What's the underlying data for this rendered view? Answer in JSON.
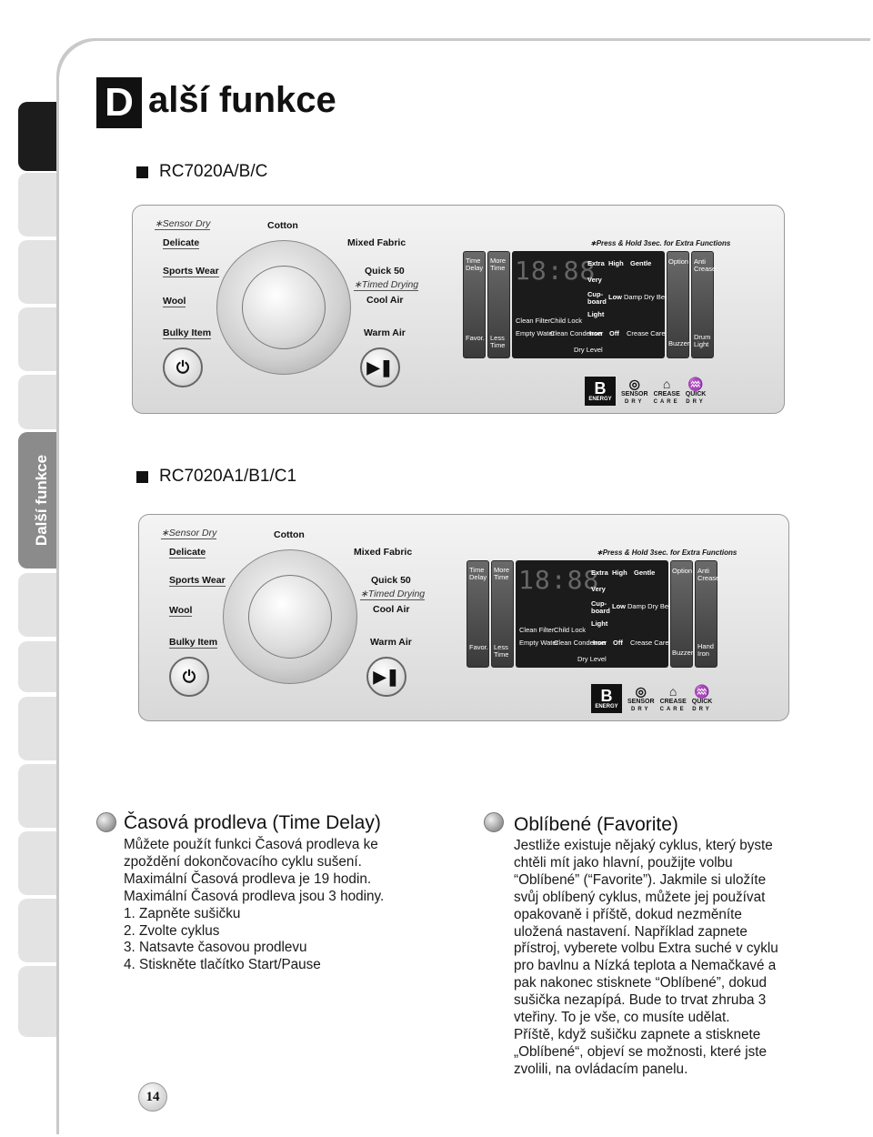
{
  "sidebar": {
    "section_label": "Další funkce"
  },
  "header": {
    "title_initial": "D",
    "title_rest": "alší funkce"
  },
  "models": {
    "first": "RC7020A/B/C",
    "second": "RC7020A1/B1/C1"
  },
  "panel_a": {
    "sensor_dry": "∗Sensor Dry",
    "cotton": "Cotton",
    "delicate": "Delicate",
    "mixed_fabric": "Mixed Fabric",
    "sports_wear": "Sports Wear",
    "quick_50": "Quick 50",
    "timed_drying": "∗Timed Drying",
    "wool": "Wool",
    "cool_air": "Cool Air",
    "bulky_item": "Bulky Item",
    "warm_air": "Warm Air",
    "press_hold": "∗Press & Hold 3sec. for Extra Functions",
    "time_delay": "Time Delay",
    "more_time": "More Time",
    "favor": "Favor.",
    "less_time": "Less Time",
    "digits": "18:88",
    "extra": "Extra",
    "high": "High",
    "gentle": "Gentle",
    "very": "Very",
    "cupboard": "Cup-board",
    "low": "Low",
    "damp_dry_beep": "Damp Dry Beep",
    "clean_filter": "Clean Filter",
    "child_lock": "Child Lock",
    "light": "Light",
    "empty_water": "Empty Water",
    "clean_condenser": "Clean Condenser",
    "iron": "Iron",
    "off": "Off",
    "crease_care": "Crease Care",
    "dry_level": "Dry Level",
    "option": "Option",
    "anti_crease": "Anti Crease",
    "buzzer": "Buzzer",
    "right_bottom": "Drum Light",
    "energy_b": "B",
    "energy": "ENERGY",
    "sensor": "SENSOR",
    "sensor_sub": "DRY",
    "crease": "CREASE",
    "crease_sub": "CARE",
    "quick": "QUICK",
    "quick_sub": "DRY"
  },
  "panel_b": {
    "sensor_dry": "∗Sensor Dry",
    "cotton": "Cotton",
    "delicate": "Delicate",
    "mixed_fabric": "Mixed Fabric",
    "sports_wear": "Sports Wear",
    "quick_50": "Quick 50",
    "timed_drying": "∗Timed Drying",
    "wool": "Wool",
    "cool_air": "Cool Air",
    "bulky_item": "Bulky Item",
    "warm_air": "Warm Air",
    "press_hold": "∗Press & Hold 3sec. for Extra Functions",
    "time_delay": "Time Delay",
    "more_time": "More Time",
    "favor": "Favor.",
    "less_time": "Less Time",
    "digits": "18:88",
    "extra": "Extra",
    "high": "High",
    "gentle": "Gentle",
    "very": "Very",
    "cupboard": "Cup-board",
    "low": "Low",
    "damp_dry_beep": "Damp Dry Beep",
    "clean_filter": "Clean Filter",
    "child_lock": "Child Lock",
    "light": "Light",
    "empty_water": "Empty Water",
    "clean_condenser": "Clean Condenser",
    "iron": "Iron",
    "off": "Off",
    "crease_care": "Crease Care",
    "dry_level": "Dry Level",
    "option": "Option",
    "anti_crease": "Anti Crease",
    "buzzer": "Buzzer",
    "right_bottom": "Hand Iron",
    "energy_b": "B",
    "energy": "ENERGY",
    "sensor": "SENSOR",
    "sensor_sub": "DRY",
    "crease": "CREASE",
    "crease_sub": "CARE",
    "quick": "QUICK",
    "quick_sub": "DRY"
  },
  "time_delay": {
    "heading": "Časová prodleva (Time Delay)",
    "lines": [
      "Můžete použít funkci Časová prodleva ke",
      "zpoždění dokončovacího cyklu sušení.",
      "Maximální Časová prodleva je 19 hodin.",
      "Maximální Časová prodleva jsou 3 hodiny.",
      "1. Zapněte sušičku",
      "2. Zvolte cyklus",
      "3. Natsavte časovou prodlevu",
      "4. Stiskněte tlačítko Start/Pause"
    ]
  },
  "favorite": {
    "heading": "Oblíbené (Favorite)",
    "lines": [
      "Jestliže existuje nějaký cyklus, který byste",
      "chtěli mít jako hlavní, použijte volbu",
      "“Oblíbené” (“Favorite”). Jakmile si uložíte",
      "svůj oblíbený cyklus, můžete jej používat",
      "opakovaně i příště, dokud nezměníte",
      "uložená nastavení. Například zapnete",
      "přístroj, vyberete volbu Extra suché v cyklu",
      "pro bavlnu a Nízká teplota a Nemačkavé a",
      "pak nakonec stisknete “Oblíbené”, dokud",
      "sušička nezapípá. Bude to trvat zhruba 3",
      "vteřiny. To je vše, co musíte udělat.",
      "Příště, když sušičku zapnete a stisknete",
      "„Oblíbené“, objeví se možnosti, které jste",
      "zvolili, na ovládacím panelu."
    ]
  },
  "page_number": "14",
  "icons": {
    "power": "power-icon",
    "play_pause": "play-pause-icon",
    "bullet": "bullet-icon"
  }
}
